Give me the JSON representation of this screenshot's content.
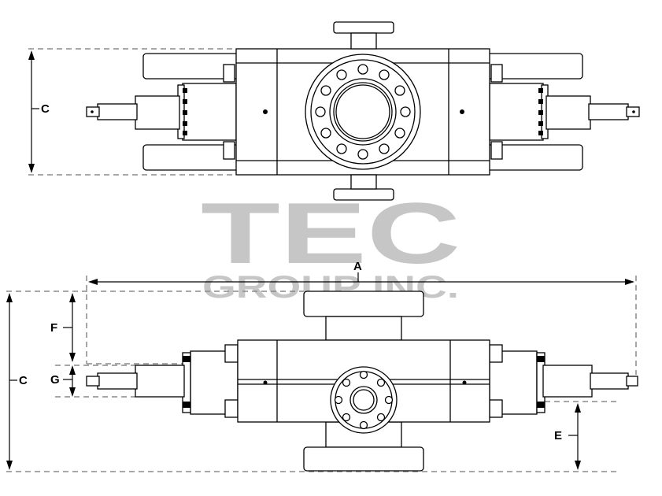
{
  "watermark": {
    "line1": "TEC",
    "line2": "GROUP INC."
  },
  "dimension_labels": {
    "a": "A",
    "c_top": "C",
    "c_bottom": "C",
    "e": "E",
    "f": "F",
    "g": "G"
  }
}
